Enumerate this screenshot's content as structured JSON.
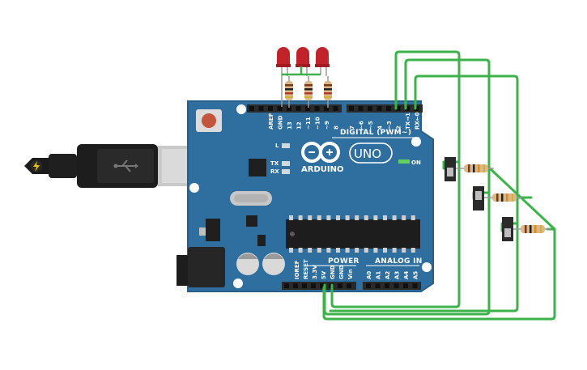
{
  "board": {
    "brand": "ARDUINO",
    "model": "UNO",
    "colors": {
      "pcb": "#2f6f9f",
      "pcb_edge": "#285f88",
      "header": "#2a2a2a",
      "wire": "#3cb34a",
      "led": "#c0242a"
    },
    "top_header_labels": [
      "AREF",
      "GND",
      "13",
      "12",
      "~11",
      "~10",
      "~9",
      "8",
      "7",
      "~6",
      "~5",
      "4",
      "~3",
      "2",
      "TX→1",
      "RX←0"
    ],
    "digital_label": "DIGITAL (PWM~)",
    "power_label": "POWER",
    "analog_label": "ANALOG IN",
    "power_pins": [
      "IOREF",
      "RESET",
      "3.3V",
      "5V",
      "GND",
      "GND",
      "Vin"
    ],
    "analog_pins": [
      "A0",
      "A1",
      "A2",
      "A3",
      "A4",
      "A5"
    ],
    "indicator_labels": {
      "l": "L",
      "tx": "TX",
      "rx": "RX",
      "on": "ON"
    }
  },
  "components": {
    "leds": 3,
    "led_resistors": 3,
    "slide_switches": 3,
    "switch_resistors": 3
  },
  "icons": [
    "usb-icon",
    "lightning-icon"
  ]
}
